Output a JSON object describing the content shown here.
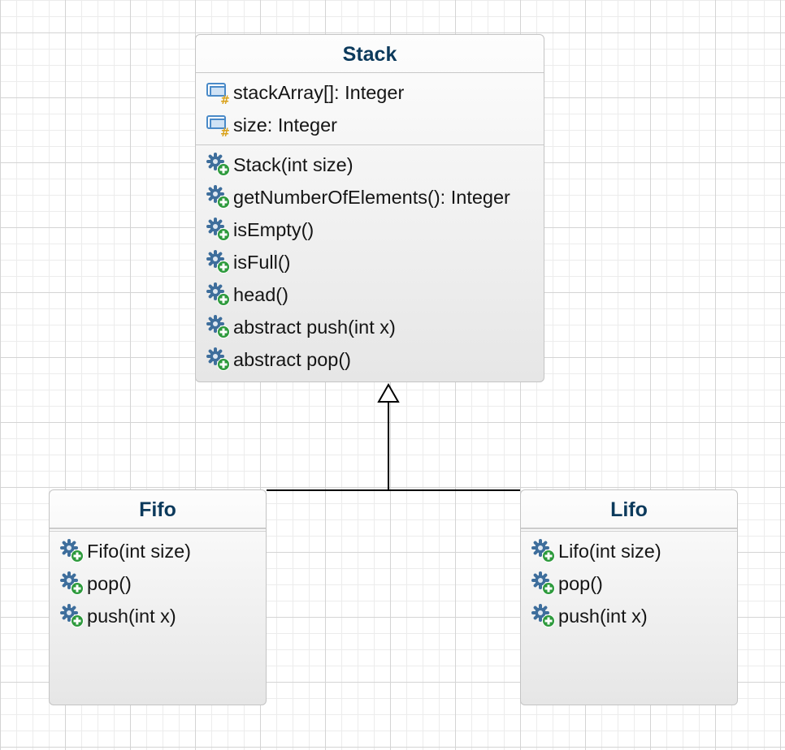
{
  "classes": {
    "stack": {
      "name": "Stack",
      "attributes": [
        "stackArray[]: Integer",
        "size: Integer"
      ],
      "methods": [
        "Stack(int size)",
        "getNumberOfElements(): Integer",
        "isEmpty()",
        "isFull()",
        "head()",
        "abstract push(int x)",
        "abstract pop()"
      ]
    },
    "fifo": {
      "name": "Fifo",
      "methods": [
        "Fifo(int size)",
        "pop()",
        "push(int x)"
      ]
    },
    "lifo": {
      "name": "Lifo",
      "methods": [
        "Lifo(int size)",
        "pop()",
        "push(int x)"
      ]
    }
  },
  "icons": {
    "attribute": "protected-field-icon",
    "method": "public-method-gear-icon"
  },
  "relationships": [
    {
      "type": "generalization",
      "from": "Fifo",
      "to": "Stack"
    },
    {
      "type": "generalization",
      "from": "Lifo",
      "to": "Stack"
    }
  ],
  "colors": {
    "class_name": "#0c3a5c",
    "text": "#151515",
    "box_border": "#c4c4c4",
    "gear": "#3e6e9c",
    "plus": "#2d9a3c",
    "field": "#4a8ac8",
    "lock": "#d9a21b"
  }
}
